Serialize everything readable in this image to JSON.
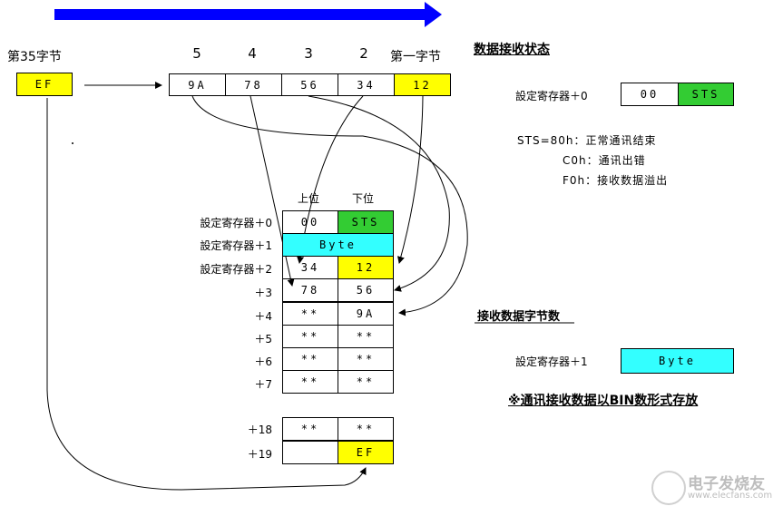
{
  "colors": {
    "arrow_banner": "#0000ff",
    "yellow": "#ffff00",
    "green": "#33cc33",
    "cyan": "#33ffff"
  },
  "top_row": {
    "byte35_label": "第35字节",
    "byte35_value": "EF",
    "headers": [
      "5",
      "4",
      "3",
      "2",
      "第一字节"
    ],
    "values": [
      "9A",
      "78",
      "56",
      "34",
      "12"
    ]
  },
  "register_table": {
    "col_high": "上位",
    "col_low": "下位",
    "rows": [
      {
        "label": "設定寄存器＋0",
        "high": "00",
        "low": "STS"
      },
      {
        "label": "設定寄存器＋1",
        "merged": "Byte"
      },
      {
        "label": "設定寄存器＋2",
        "high": "34",
        "low": "12"
      },
      {
        "label": "＋3",
        "high": "78",
        "low": "56"
      },
      {
        "label": "＋4",
        "high": "**",
        "low": "9A"
      },
      {
        "label": "＋5",
        "high": "**",
        "low": "**"
      },
      {
        "label": "＋6",
        "high": "**",
        "low": "**"
      },
      {
        "label": "＋7",
        "high": "**",
        "low": "**"
      },
      {
        "label": "＋18",
        "high": "**",
        "low": "**"
      },
      {
        "label": "＋19",
        "high": "",
        "low": "EF"
      }
    ]
  },
  "receive_state": {
    "title": "数据接收状态",
    "reg_label": "設定寄存器＋0",
    "high": "00",
    "low": "STS",
    "notes": [
      "STS=80h：正常通讯结束",
      "C0h：通讯出错",
      "F0h：接收数据溢出"
    ]
  },
  "receive_bytes": {
    "title": "接收数据字节数",
    "reg_label": "設定寄存器＋1",
    "value": "Byte"
  },
  "footnote": "※通讯接收数据以BIN数形式存放",
  "watermark": {
    "cn": "电子发烧友",
    "url": "www.elecfans.com"
  }
}
